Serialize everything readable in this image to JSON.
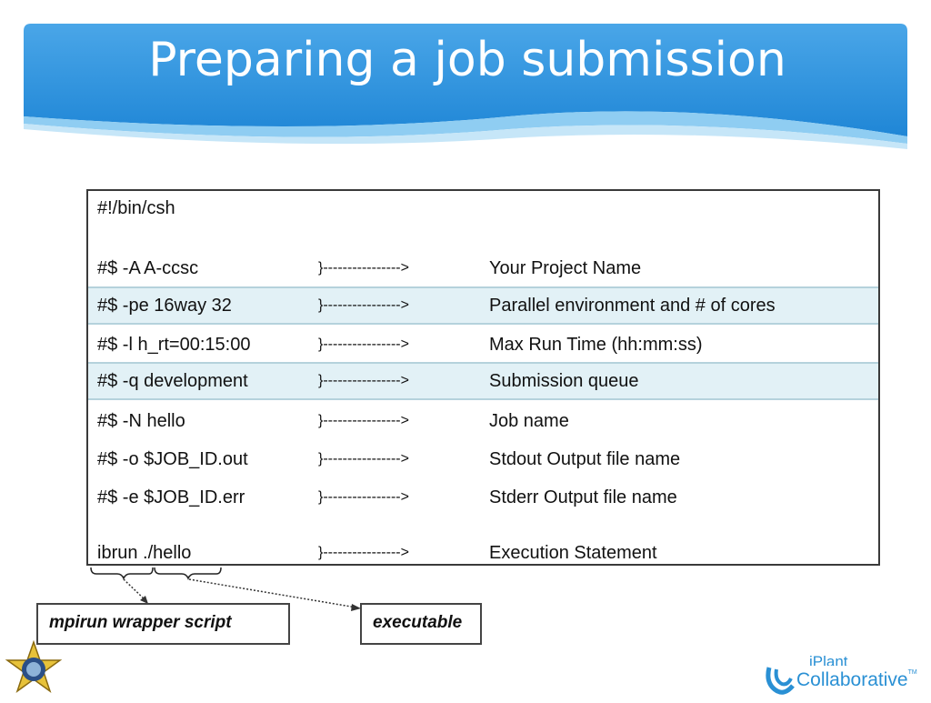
{
  "slide": {
    "title": "Preparing a job submission",
    "colors": {
      "banner": "#2f92df",
      "banner_light": "#8fcdf2",
      "highlight": "#e2f1f6"
    }
  },
  "script": {
    "shebang": "#!/bin/csh",
    "rows": [
      {
        "directive": "#$ -A A-ccsc",
        "arrow": "}---------------->",
        "description": "Your Project Name",
        "highlighted": false
      },
      {
        "directive": "#$ -pe 16way 32",
        "arrow": "}---------------->",
        "description": "Parallel environment and # of cores",
        "highlighted": true
      },
      {
        "directive": "#$ -l h_rt=00:15:00",
        "arrow": "}---------------->",
        "description": "Max Run Time (hh:mm:ss)",
        "highlighted": false
      },
      {
        "directive": "#$ -q development",
        "arrow": "}---------------->",
        "description": "Submission queue",
        "highlighted": true
      },
      {
        "directive": "#$ -N hello",
        "arrow": "}---------------->",
        "description": "Job name",
        "highlighted": false
      },
      {
        "directive": "#$ -o $JOB_ID.out",
        "arrow": "}---------------->",
        "description": "Stdout Output file name",
        "highlighted": false
      },
      {
        "directive": "#$ -e $JOB_ID.err",
        "arrow": "}---------------->",
        "description": "Stderr Output file name",
        "highlighted": false
      },
      {
        "directive": "ibrun ./hello",
        "arrow": "}---------------->",
        "description": "Execution Statement",
        "highlighted": false
      }
    ]
  },
  "annotations": {
    "wrapper": "mpirun wrapper script",
    "executable": "executable"
  },
  "logos": {
    "left_icon": "star-seal-icon",
    "right_brand_top": "iPlant",
    "right_brand": "Collaborative",
    "right_tm": "TM",
    "right_icon": "iplant-swirl-icon"
  }
}
